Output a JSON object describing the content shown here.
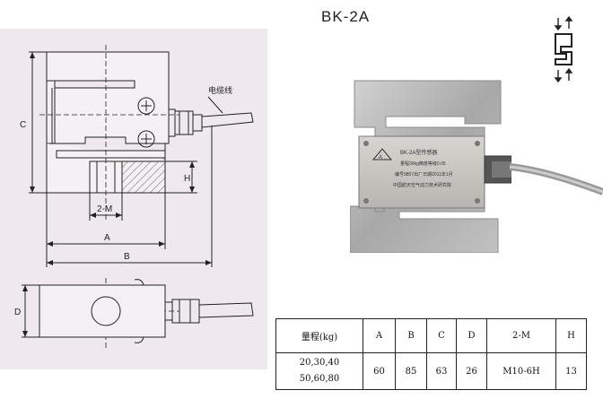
{
  "title": "BK-2A",
  "drawing": {
    "cable_label": "电缆线",
    "dim_c": "C",
    "dim_h": "H",
    "dim_2m": "2-M",
    "dim_a": "A",
    "dim_b": "B",
    "dim_d": "D"
  },
  "photo_label": {
    "line1": "BK-2A型传感器",
    "line2": "量程30kg精度等级0.05",
    "line3": "编号9807出厂日期2011年1月",
    "line4": "中国航天空气动力技术研究院"
  },
  "table": {
    "headers": [
      "量程(kg)",
      "A",
      "B",
      "C",
      "D",
      "2-M",
      "H"
    ],
    "range_line1": "20,30,40",
    "range_line2": "50,60,80",
    "values": [
      "60",
      "85",
      "63",
      "26",
      "M10-6H",
      "13"
    ]
  }
}
